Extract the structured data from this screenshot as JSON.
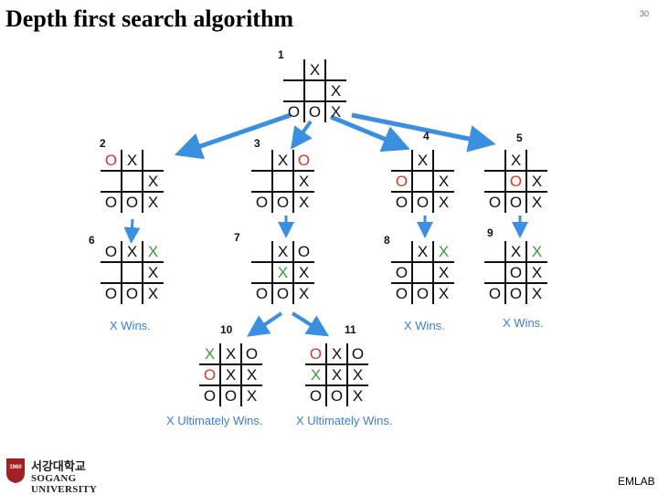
{
  "title": "Depth first search algorithm",
  "page_number": "30",
  "footer": "EMLAB",
  "logo": {
    "korean": "서강대학교",
    "english": "SOGANG UNIVERSITY",
    "seal": "1960"
  },
  "colors": {
    "x_default": "#111111",
    "o_default": "#111111",
    "x_move": "#3b9a3b",
    "o_move": "#d0392b",
    "arrow": "#3b8fe0",
    "caption": "#3a7fd8"
  },
  "nodes": [
    {
      "id": "1",
      "board": [
        [
          " ",
          "X",
          " "
        ],
        [
          " ",
          " ",
          "X"
        ],
        [
          "O",
          "O",
          "X"
        ]
      ],
      "highlight": []
    },
    {
      "id": "2",
      "board": [
        [
          "O",
          "X",
          " "
        ],
        [
          " ",
          " ",
          "X"
        ],
        [
          "O",
          "O",
          "X"
        ]
      ],
      "highlight": [
        [
          0,
          0,
          "o"
        ]
      ]
    },
    {
      "id": "3",
      "board": [
        [
          " ",
          "X",
          "O"
        ],
        [
          " ",
          " ",
          "X"
        ],
        [
          "O",
          "O",
          "X"
        ]
      ],
      "highlight": [
        [
          0,
          2,
          "o"
        ]
      ]
    },
    {
      "id": "4",
      "board": [
        [
          " ",
          "X",
          " "
        ],
        [
          "O",
          " ",
          "X"
        ],
        [
          "O",
          "O",
          "X"
        ]
      ],
      "highlight": [
        [
          1,
          0,
          "o"
        ]
      ]
    },
    {
      "id": "5",
      "board": [
        [
          " ",
          "X",
          " "
        ],
        [
          " ",
          "O",
          "X"
        ],
        [
          "O",
          "O",
          "X"
        ]
      ],
      "highlight": [
        [
          1,
          1,
          "o"
        ]
      ]
    },
    {
      "id": "6",
      "board": [
        [
          "O",
          "X",
          "X"
        ],
        [
          " ",
          " ",
          "X"
        ],
        [
          "O",
          "O",
          "X"
        ]
      ],
      "highlight": [
        [
          0,
          2,
          "x"
        ]
      ]
    },
    {
      "id": "7",
      "board": [
        [
          " ",
          "X",
          "O"
        ],
        [
          " ",
          "X",
          "X"
        ],
        [
          "O",
          "O",
          "X"
        ]
      ],
      "highlight": [
        [
          1,
          1,
          "x"
        ]
      ]
    },
    {
      "id": "8",
      "board": [
        [
          " ",
          "X",
          "X"
        ],
        [
          "O",
          " ",
          "X"
        ],
        [
          "O",
          "O",
          "X"
        ]
      ],
      "highlight": [
        [
          0,
          2,
          "x"
        ]
      ]
    },
    {
      "id": "9",
      "board": [
        [
          " ",
          "X",
          "X"
        ],
        [
          " ",
          "O",
          "X"
        ],
        [
          "O",
          "O",
          "X"
        ]
      ],
      "highlight": [
        [
          0,
          2,
          "x"
        ]
      ]
    },
    {
      "id": "10",
      "board": [
        [
          "X",
          "X",
          "O"
        ],
        [
          "O",
          "X",
          "X"
        ],
        [
          "O",
          "O",
          "X"
        ]
      ],
      "highlight": [
        [
          0,
          0,
          "x"
        ],
        [
          1,
          0,
          "o"
        ]
      ]
    },
    {
      "id": "11",
      "board": [
        [
          "O",
          "X",
          "O"
        ],
        [
          "X",
          "X",
          "X"
        ],
        [
          "O",
          "O",
          "X"
        ]
      ],
      "highlight": [
        [
          0,
          0,
          "o"
        ],
        [
          1,
          0,
          "x"
        ]
      ]
    }
  ],
  "captions": {
    "c6": "X Wins.",
    "c8": "X Wins.",
    "c9": "X Wins.",
    "c10": "X Ultimately Wins.",
    "c11": "X Ultimately Wins."
  }
}
